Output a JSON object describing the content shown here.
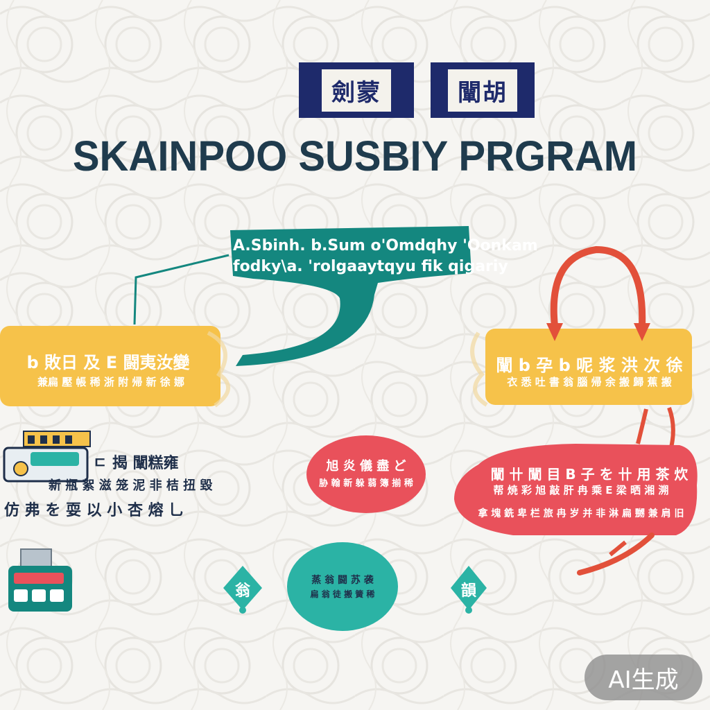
{
  "header": {
    "box_left_text": "劍蒙",
    "box_right_text": "闡胡",
    "title": "SKAINPOO SUSBIY PRGRAM"
  },
  "nodes": {
    "top_banner": {
      "line1": "A.Sbinh. b.Sum o'Omdqhy 'Oonkam",
      "line2": "fodky\\a. 'rolgaaytqyu fik qigariy"
    },
    "left_box": {
      "line1": "b 敗日 及 E 闘夷汝變",
      "line2": "兼扁 壓 帳 稀 浙 附 帰 新 徐 娜"
    },
    "right_box": {
      "line1": "闡 b 孕 b 呢 浆 洪 次 徐",
      "line2": "衣 悉 吐 書 翁 腦 帰 余 搬 歸 蕉 搬"
    },
    "left_text": {
      "line1": "ㄷ 揭 闡糕雍",
      "line2": "新 瓶 絮 滋 笼 泥 非 桔 扭 毀",
      "line3": "仿 弗 を 耍 以 小 杏 熔 乚"
    },
    "center_red_ellipse": {
      "line1": "旭 炎 儀 盡 ど",
      "line2": "胁 翰 新 躲 蒻 簿 揃 稀"
    },
    "right_red_blob": {
      "line1": "闡 卄 闡 目 B 子 を 卄 用 茶 炊",
      "line2": "帮 焼 彩 旭 敲 肝 冉 乘 E 梁 晒 湘 溯",
      "line3": "拿 塊 銑 卑 栏 旅 冉 岁 并 非 淋 扁 嬲 兼 肩 旧"
    },
    "bottom_teal_ellipse": {
      "line1": "蒸 翁 闘 苏 袭",
      "line2": "扁 翁 徒 搬 簧 稀"
    },
    "left_teal_pin": {
      "glyph": "翁"
    },
    "right_teal_pin": {
      "glyph": "韻"
    }
  },
  "badge": {
    "text": "AI生成"
  },
  "colors": {
    "navy": "#1e2a6b",
    "title": "#1f3b4d",
    "teal": "#14877f",
    "teal_light": "#2bb3a5",
    "yellow": "#f6c24a",
    "red": "#e9515b",
    "red_arrow": "#e2503a",
    "background": "#f6f5f2"
  },
  "icons": [
    "building-icon",
    "bus-icon",
    "arrow-icon",
    "pin-icon"
  ]
}
